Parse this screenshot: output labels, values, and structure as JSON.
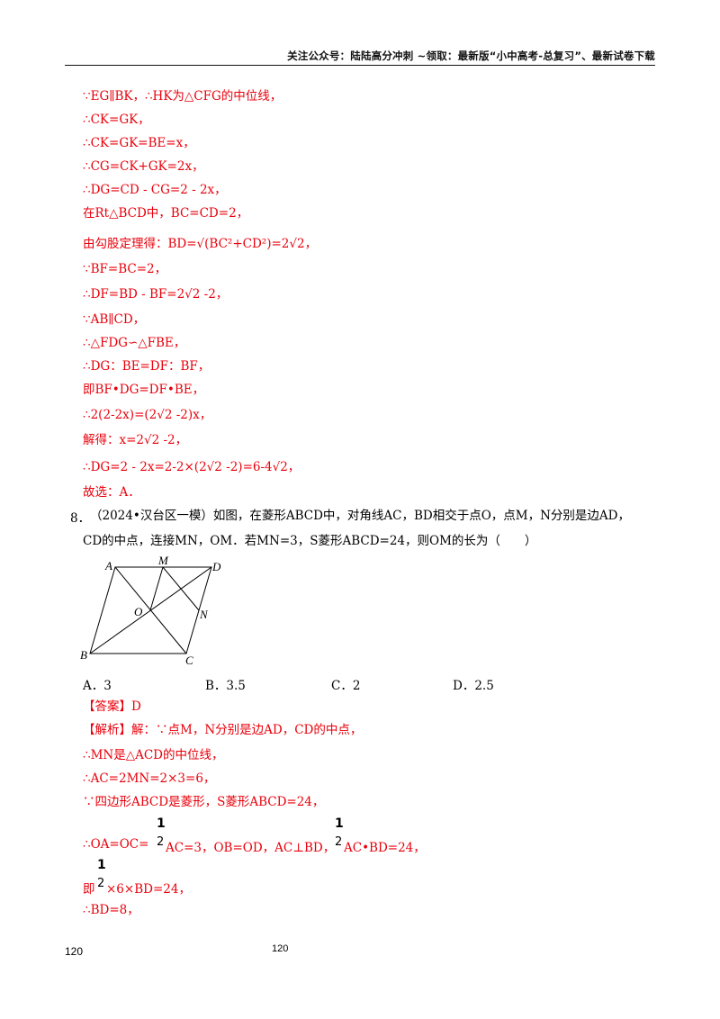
{
  "header": {
    "text": "关注公众号：陆陆高分冲刺 ~领取：最新版“小中高考-总复习”、最新试卷下载"
  },
  "solution_prev": [
    "∵EG∥BK，∴HK为△CFG的中位线，",
    "∴CK=GK，",
    "∴CK=GK=BE=x，",
    "∴CG=CK+GK=2x，",
    "∴DG=CD - CG=2 - 2x，",
    "在Rt△BCD中，BC=CD=2，",
    "由勾股定理得：BD=√(BC²+CD²)=2√2，",
    "∵BF=BC=2，",
    "∴DF=BD - BF=2√2 -2，",
    "∵AB∥CD，",
    "∴△FDG∽△FBE，",
    "∴DG：BE=DF：BF，",
    "即BF•DG=DF•BE，",
    "∴2(2-2x)=(2√2 -2)x，",
    "解得：x=2√2 -2，",
    "∴DG=2 - 2x=2-2×(2√2 -2)=6-4√2，",
    "故选：A．"
  ],
  "question": {
    "number": "8．",
    "line1": "（2024•汉台区一模）如图，在菱形ABCD中，对角线AC，BD相交于点O，点M，N分别是边AD，",
    "line2": "CD的中点，连接MN，OM．若MN=3，S菱形ABCD=24，则OM的长为（　　）",
    "figure_labels": {
      "A": "A",
      "M": "M",
      "D": "D",
      "O": "O",
      "N": "N",
      "B": "B",
      "C": "C"
    },
    "choices": [
      "A．3",
      "B．3.5",
      "C．2",
      "D．2.5"
    ]
  },
  "answer": {
    "label": "【答案】D",
    "analysis": "【解析】解：∵点M，N分别是边AD，CD的中点，",
    "lines": [
      "∴MN是△ACD的中位线，",
      "∴AC=2MN=2×3=6，",
      "∵四边形ABCD是菱形，S菱形ABCD=24，"
    ],
    "frac_line_a": "∴OA=OC=",
    "frac_line_a2": "AC=3，OB=OD，AC⊥BD，",
    "frac_line_a3": "AC•BD=24，",
    "frac_line_b": "即",
    "frac_line_b2": "×6×BD=24，",
    "frac_num": "1",
    "frac_den": "2",
    "last": "∴BD=8，"
  },
  "footer": {
    "left": "120",
    "center": "120"
  }
}
